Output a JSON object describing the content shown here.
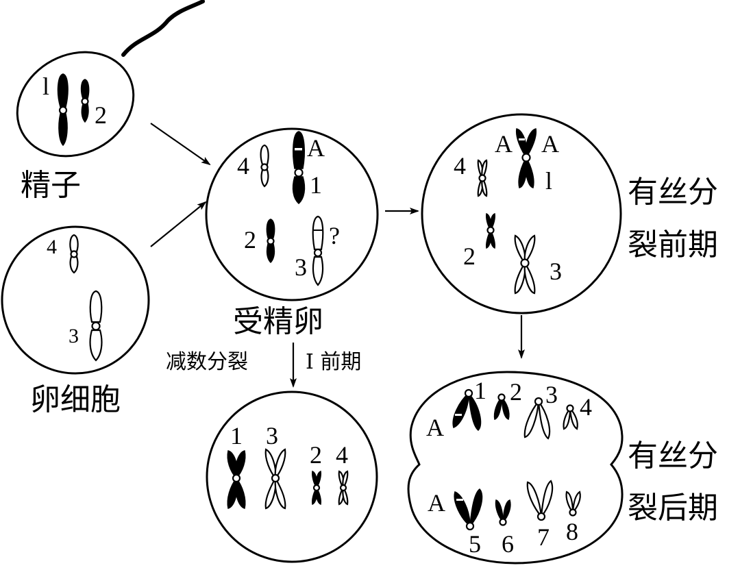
{
  "cells": {
    "sperm": {
      "caption": "精子",
      "labels": [
        "l",
        "2"
      ]
    },
    "egg": {
      "caption": "卵细胞",
      "labels": [
        "4",
        "3"
      ]
    },
    "zygote": {
      "caption": "受精卵",
      "labels": [
        "4",
        "A",
        "1",
        "2",
        "?",
        "3"
      ]
    },
    "meiosis": {
      "labels": [
        "1",
        "3",
        "2",
        "4"
      ]
    },
    "prophase": {
      "caption_line1": "有丝分",
      "caption_line2": "裂前期",
      "labels": [
        "4",
        "A",
        "A",
        "l",
        "2",
        "3"
      ]
    },
    "anaphase": {
      "caption_line1": "有丝分",
      "caption_line2": "裂后期",
      "labels": [
        "A",
        "1",
        "2",
        "3",
        "4",
        "A",
        "5",
        "6",
        "7",
        "8"
      ]
    }
  },
  "arrows": {
    "meiosis_left": "减数分裂",
    "meiosis_right": "I 前期"
  },
  "icons": {
    "centromere": "centromere-icon",
    "flagellum": "flagellum-icon"
  }
}
